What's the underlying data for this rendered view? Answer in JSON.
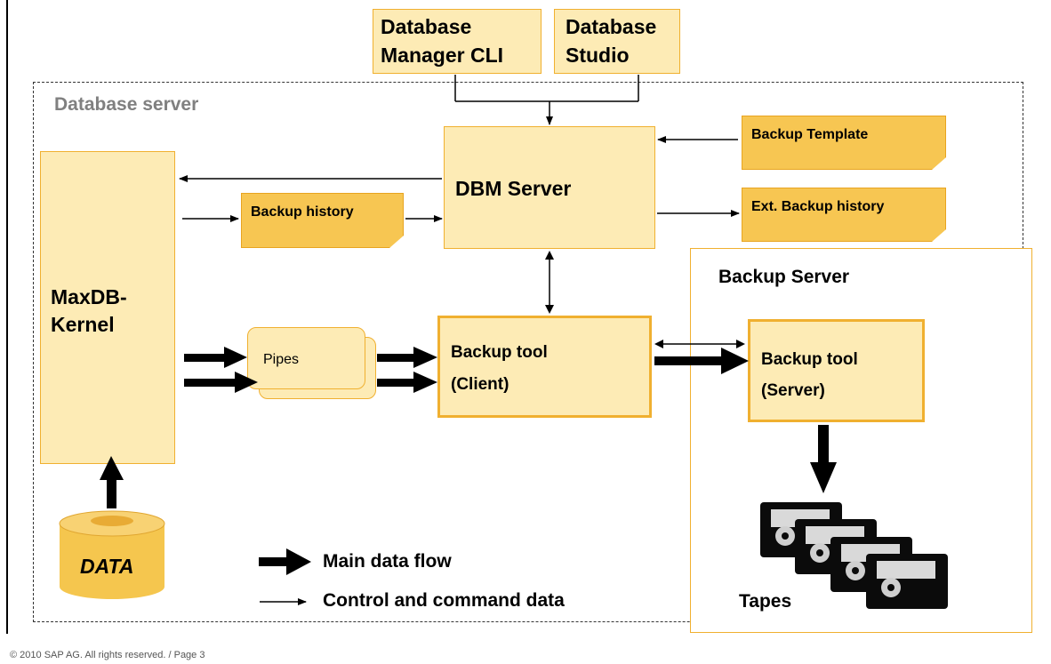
{
  "database_manager_cli": {
    "line1": "Database",
    "line2": "Manager CLI"
  },
  "database_studio": {
    "line1": "Database",
    "line2": "Studio"
  },
  "database_server_label": "Database server",
  "dbm_server_label": "DBM Server",
  "backup_template_label": "Backup Template",
  "ext_backup_history_label": "Ext. Backup history",
  "backup_history_label": "Backup history",
  "maxdb_kernel": {
    "line1": "MaxDB-",
    "line2": "Kernel"
  },
  "pipes_label": "Pipes",
  "backup_tool_client": {
    "line1": "Backup tool",
    "line2": "(Client)"
  },
  "backup_server_label": "Backup Server",
  "backup_tool_server": {
    "line1": "Backup tool",
    "line2": "(Server)"
  },
  "tapes_label": "Tapes",
  "data_label": "DATA",
  "legend": {
    "main_flow": "Main data flow",
    "control_flow": "Control and command data"
  },
  "copyright": "© 2010 SAP AG. All rights reserved. / Page 3",
  "colors": {
    "box_fill": "#fdebb5",
    "box_border": "#f0b030",
    "note_fill": "#f7c652",
    "cylinder": "#f5c64e"
  }
}
